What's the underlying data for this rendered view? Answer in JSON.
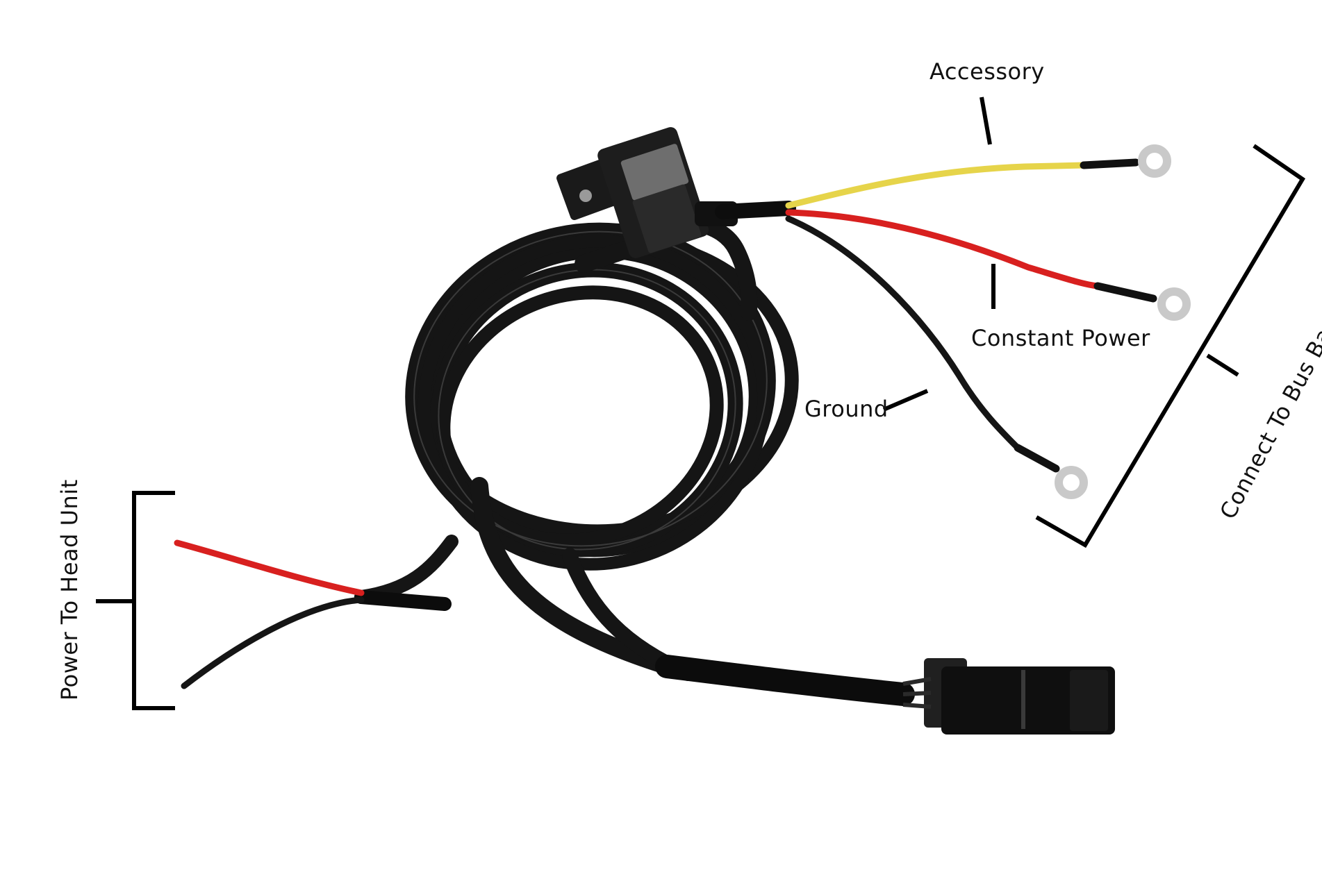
{
  "labels": {
    "accessory": "Accessory",
    "constant_power": "Constant Power",
    "ground": "Ground",
    "connect_to_bus_bar": "Connect To Bus Bar",
    "power_to_head_unit": "Power To Head Unit"
  },
  "colors": {
    "background": "#ffffff",
    "sleeve": "#141414",
    "wire_yellow": "#e6d44a",
    "wire_red": "#d8201f",
    "wire_black": "#151515",
    "ring_terminal": "#c9c9c9",
    "callout_line": "#000000"
  }
}
